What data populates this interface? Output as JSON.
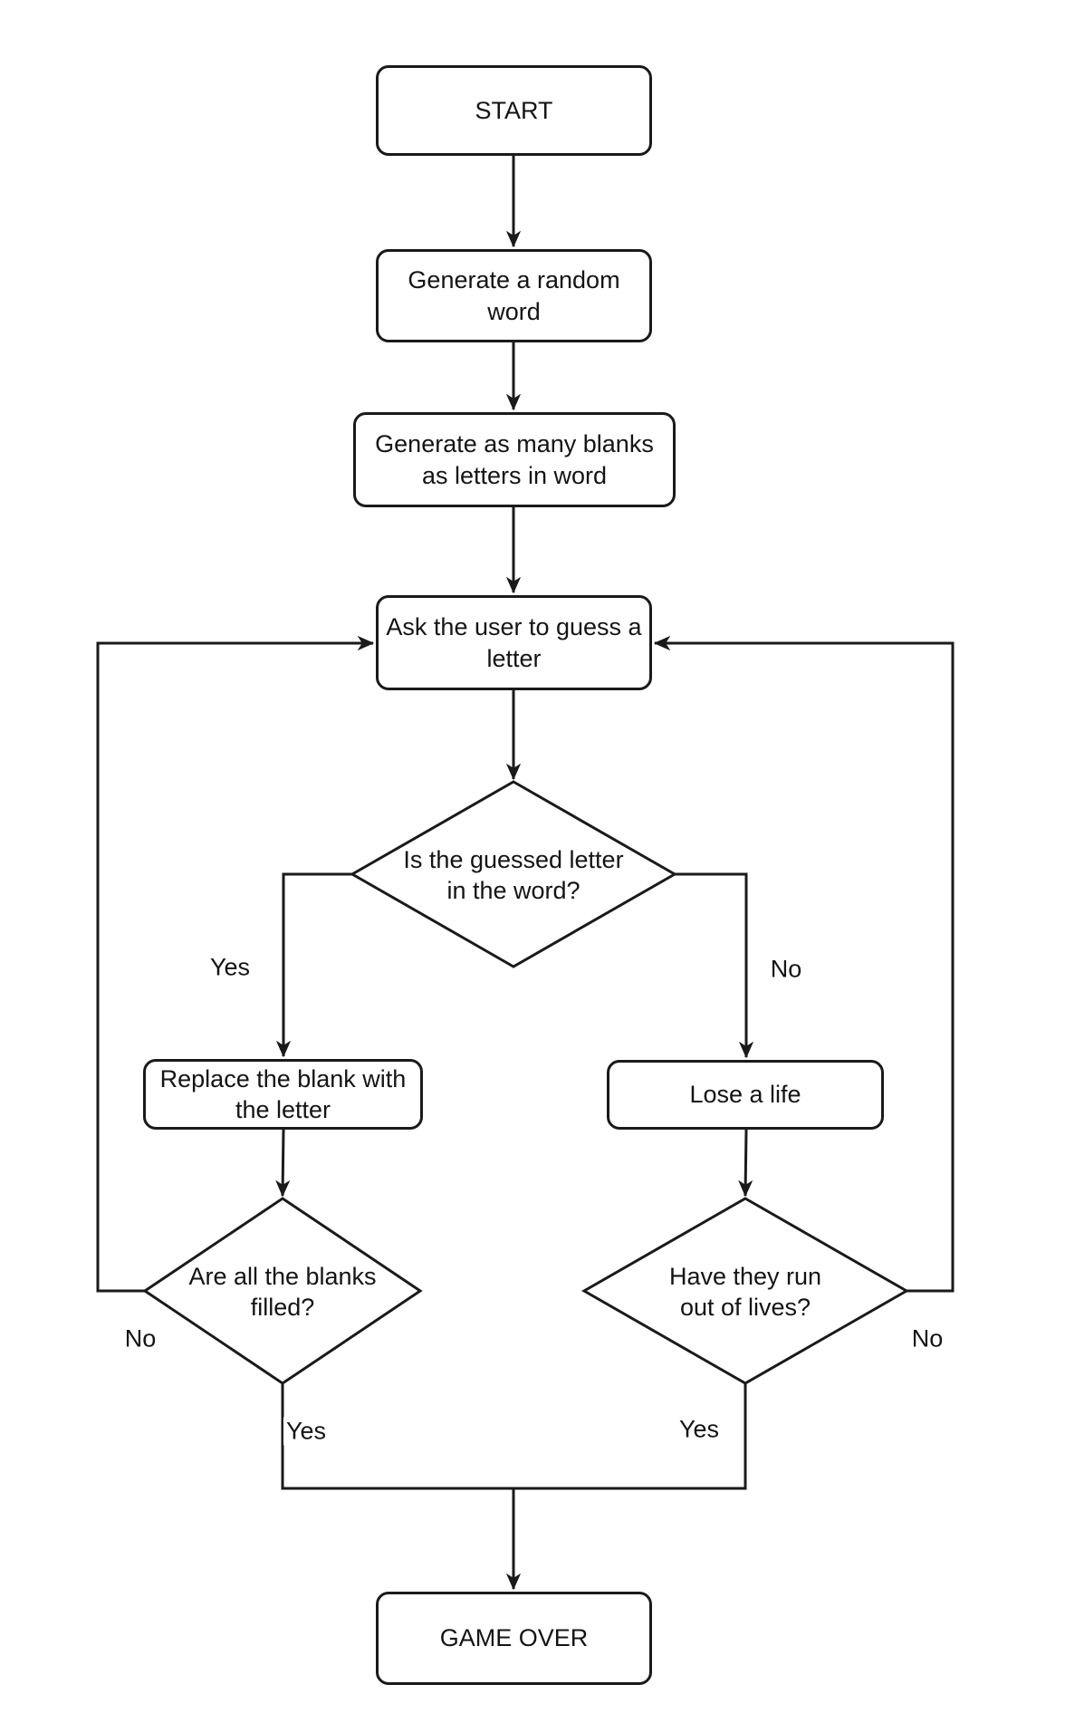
{
  "diagram": {
    "type": "flowchart",
    "colors": {
      "background": "#ffffff",
      "node_fill": "#ffffff",
      "stroke": "#1a1a1a",
      "text": "#141414"
    },
    "nodes": {
      "start": {
        "type": "terminator",
        "label": "START"
      },
      "generate_word": {
        "type": "process",
        "label": "Generate a random word"
      },
      "generate_blanks": {
        "type": "process",
        "label": "Generate as many blanks as letters in word"
      },
      "ask_guess": {
        "type": "process",
        "label": "Ask the user to guess a letter"
      },
      "letter_in_word": {
        "type": "decision",
        "label": "Is the guessed letter in the word?"
      },
      "replace_blank": {
        "type": "process",
        "label": "Replace the blank with the letter"
      },
      "lose_life": {
        "type": "process",
        "label": "Lose a life"
      },
      "blanks_filled": {
        "type": "decision",
        "label": "Are all the blanks filled?"
      },
      "out_of_lives": {
        "type": "decision",
        "label": "Have they run out of lives?"
      },
      "game_over": {
        "type": "terminator",
        "label": "GAME OVER"
      }
    },
    "edges": [
      {
        "from": "start",
        "to": "generate_word",
        "label": ""
      },
      {
        "from": "generate_word",
        "to": "generate_blanks",
        "label": ""
      },
      {
        "from": "generate_blanks",
        "to": "ask_guess",
        "label": ""
      },
      {
        "from": "ask_guess",
        "to": "letter_in_word",
        "label": ""
      },
      {
        "from": "letter_in_word",
        "to": "replace_blank",
        "label": "Yes"
      },
      {
        "from": "letter_in_word",
        "to": "lose_life",
        "label": "No"
      },
      {
        "from": "replace_blank",
        "to": "blanks_filled",
        "label": ""
      },
      {
        "from": "lose_life",
        "to": "out_of_lives",
        "label": ""
      },
      {
        "from": "blanks_filled",
        "to": "ask_guess",
        "label": "No"
      },
      {
        "from": "out_of_lives",
        "to": "ask_guess",
        "label": "No"
      },
      {
        "from": "blanks_filled",
        "to": "game_over",
        "label": "Yes"
      },
      {
        "from": "out_of_lives",
        "to": "game_over",
        "label": "Yes"
      }
    ]
  }
}
